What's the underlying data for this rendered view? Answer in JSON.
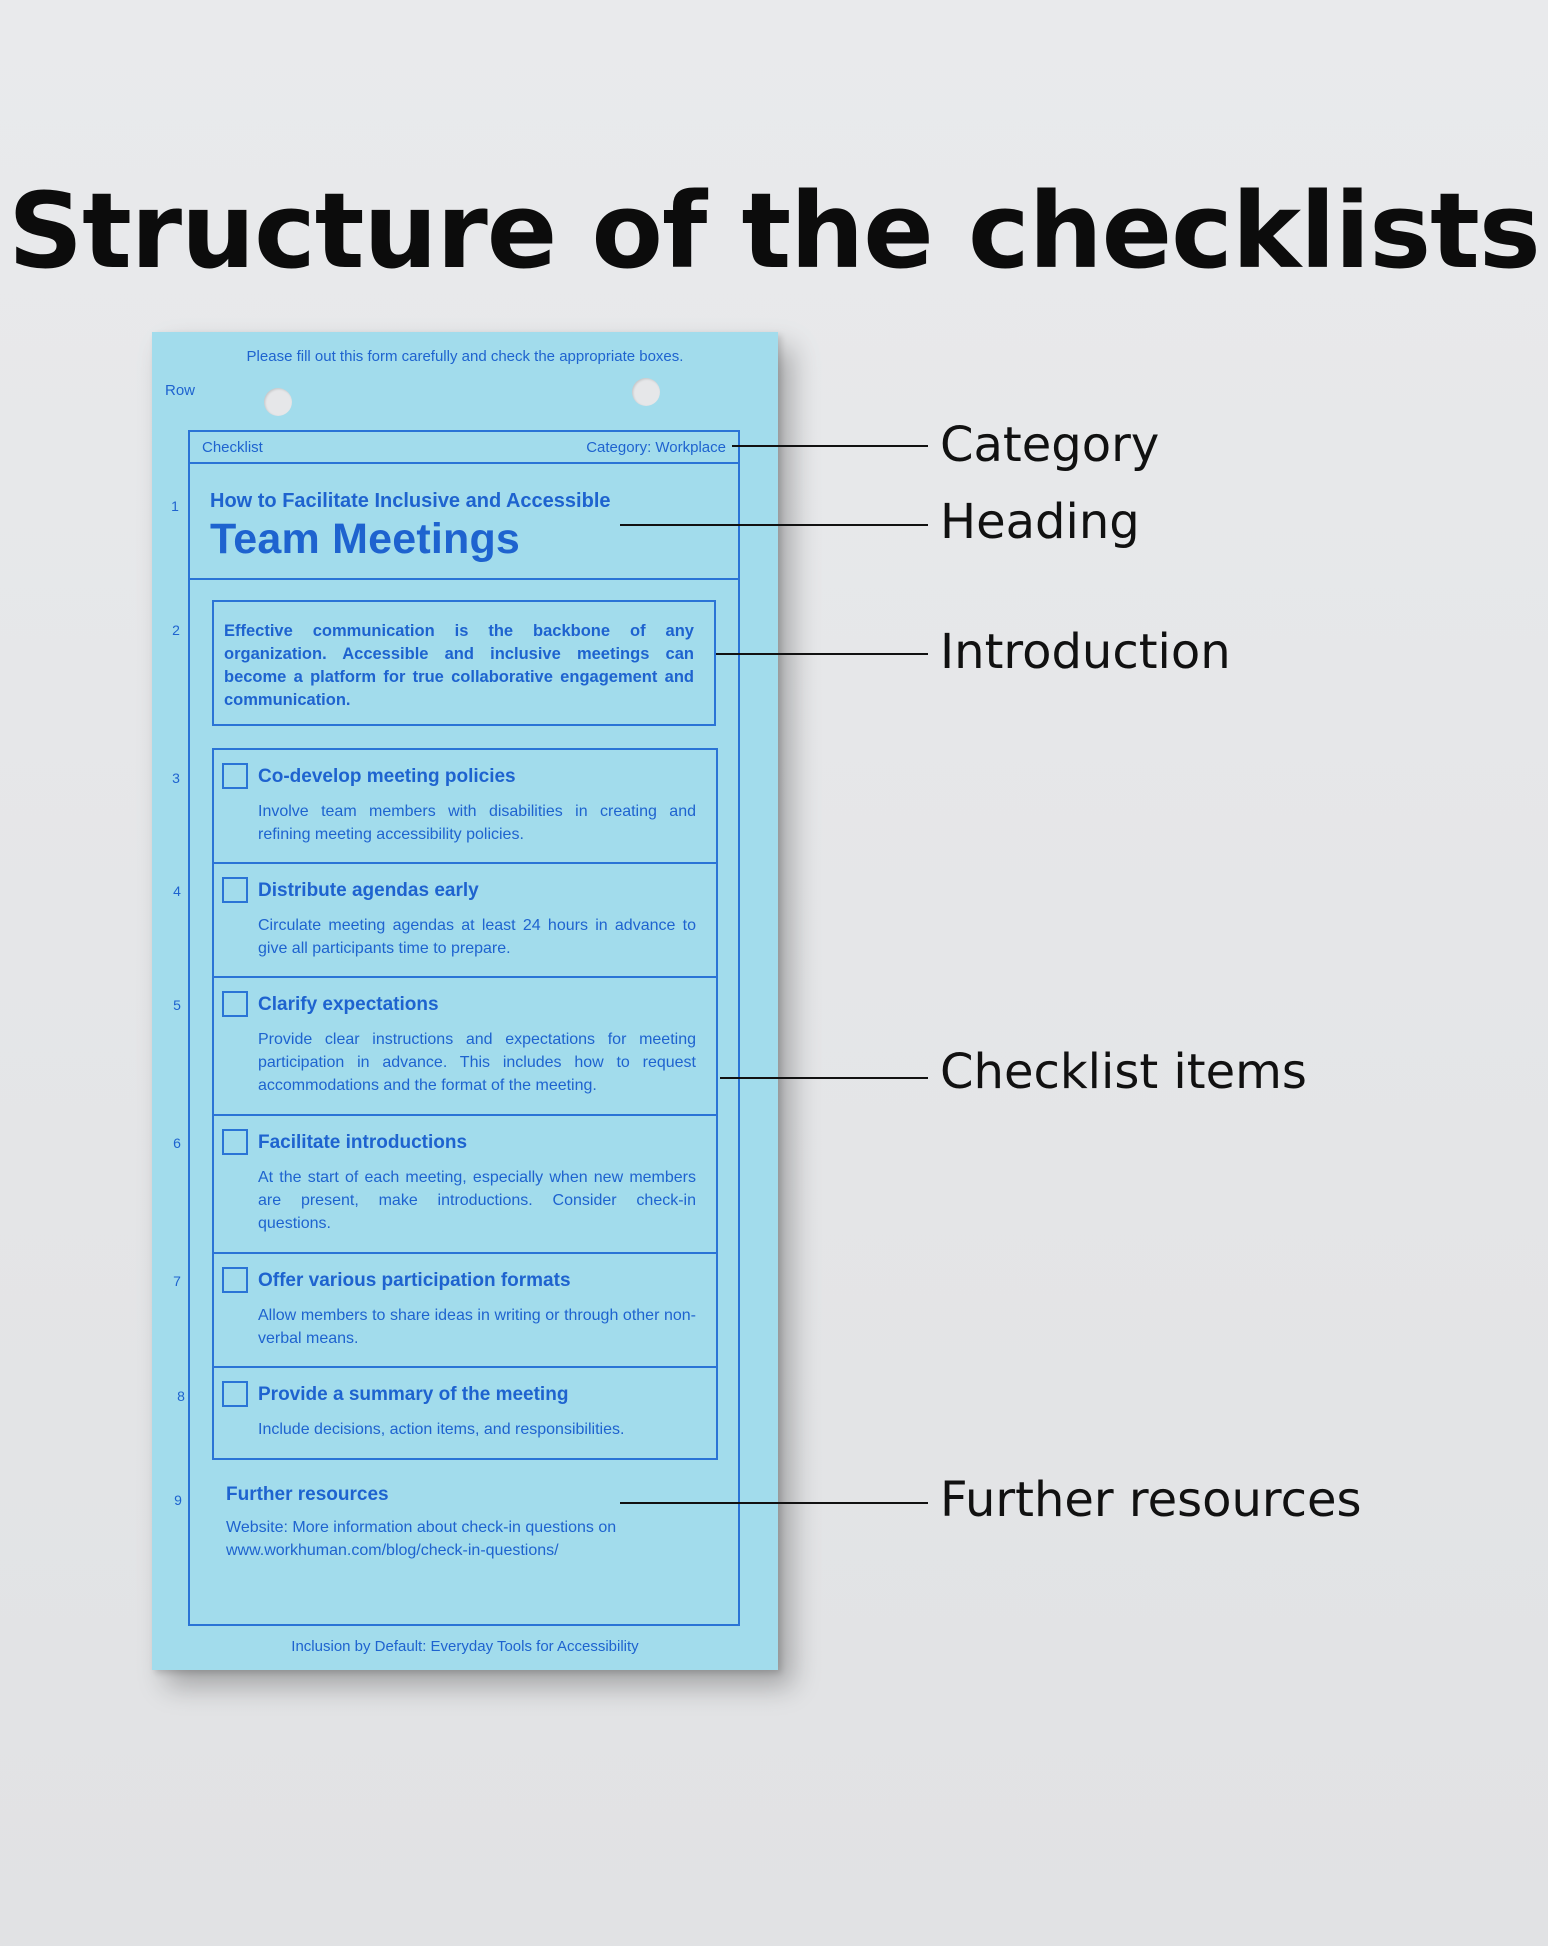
{
  "title": "Structure of the checklists",
  "card": {
    "instructions": "Please fill out this form carefully and check the appropriate boxes.",
    "row_label": "Row",
    "row_numbers": [
      "1",
      "2",
      "3",
      "4",
      "5",
      "6",
      "7",
      "8",
      "9"
    ],
    "checklist_label": "Checklist",
    "category_label": "Category: Workplace",
    "heading_small": "How to Facilitate Inclusive and Accessible",
    "heading_big": "Team Meetings",
    "introduction": "Effective communication is the backbone of any organization. Accessible and inclusive meetings can become a platform for true collaborative engagement and communication.",
    "items": [
      {
        "title": "Co-develop meeting policies",
        "desc": "Involve team members with disabilities in creating and refining meeting accessibility policies."
      },
      {
        "title": "Distribute agendas early",
        "desc": "Circulate meeting agendas at least 24 hours in advance to give all participants time to prepare."
      },
      {
        "title": "Clarify expectations",
        "desc": "Provide clear instructions and expectations for meeting participation in advance. This includes how to request accommodations and the format of the meeting."
      },
      {
        "title": "Facilitate introductions",
        "desc": "At the start of each meeting, especially when new members are present, make introductions. Consider check-in questions."
      },
      {
        "title": "Offer various participation formats",
        "desc": "Allow members to share ideas in writing or through other non-verbal means."
      },
      {
        "title": "Provide a summary of the meeting",
        "desc": "Include decisions, action items, and responsibilities."
      }
    ],
    "further_title": "Further resources",
    "further_text": "Website: More information about check-in questions on www.workhuman.com/blog/check-in-questions/",
    "footer": "Inclusion by Default: Everyday Tools for Accessibility"
  },
  "callouts": {
    "category": "Category",
    "heading": "Heading",
    "introduction": "Introduction",
    "checklist_items": "Checklist items",
    "further_resources": "Further resources"
  },
  "colors": {
    "card": "#a2dcec",
    "ink": "#1e63cf",
    "background": "#e6e7e9"
  }
}
